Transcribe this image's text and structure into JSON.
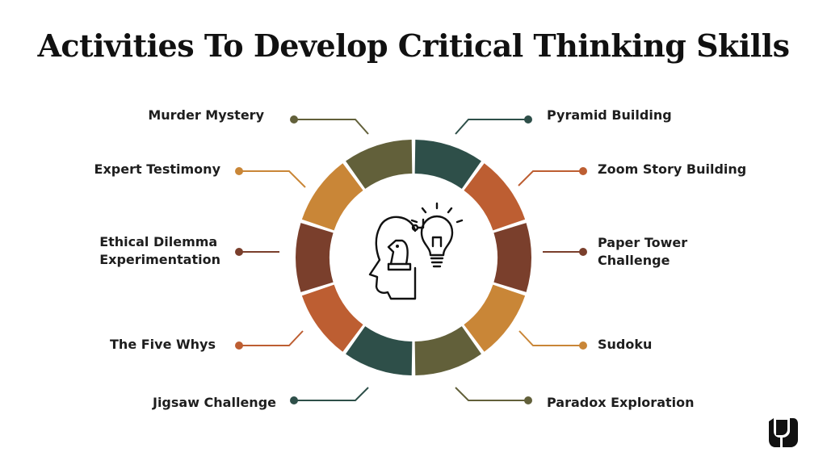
{
  "title": "Activities To Develop Critical Thinking Skills",
  "colors": {
    "dark_green": "#2e4f49",
    "olive": "#62603a",
    "rust": "#bd5e32",
    "ochre": "#c98637",
    "brown": "#7a3f2c"
  },
  "center_icon": "head-chess-knight-lightbulb-icon",
  "brand_icon": "brand-logo-icon",
  "segments_clockwise_from_top": [
    "dark_green",
    "rust",
    "brown",
    "ochre",
    "olive",
    "dark_green",
    "rust",
    "brown",
    "ochre",
    "olive"
  ],
  "left_items": [
    {
      "label": "Murder Mystery",
      "color": "olive"
    },
    {
      "label": "Expert Testimony",
      "color": "ochre"
    },
    {
      "label": "Ethical Dilemma\nExperimentation",
      "color": "brown"
    },
    {
      "label": "The Five Whys",
      "color": "rust"
    },
    {
      "label": "Jigsaw Challenge",
      "color": "dark_green"
    }
  ],
  "right_items": [
    {
      "label": "Pyramid Building",
      "color": "dark_green"
    },
    {
      "label": "Zoom Story Building",
      "color": "rust"
    },
    {
      "label": "Paper Tower\nChallenge",
      "color": "brown"
    },
    {
      "label": "Sudoku",
      "color": "ochre"
    },
    {
      "label": "Paradox Exploration",
      "color": "olive"
    }
  ]
}
